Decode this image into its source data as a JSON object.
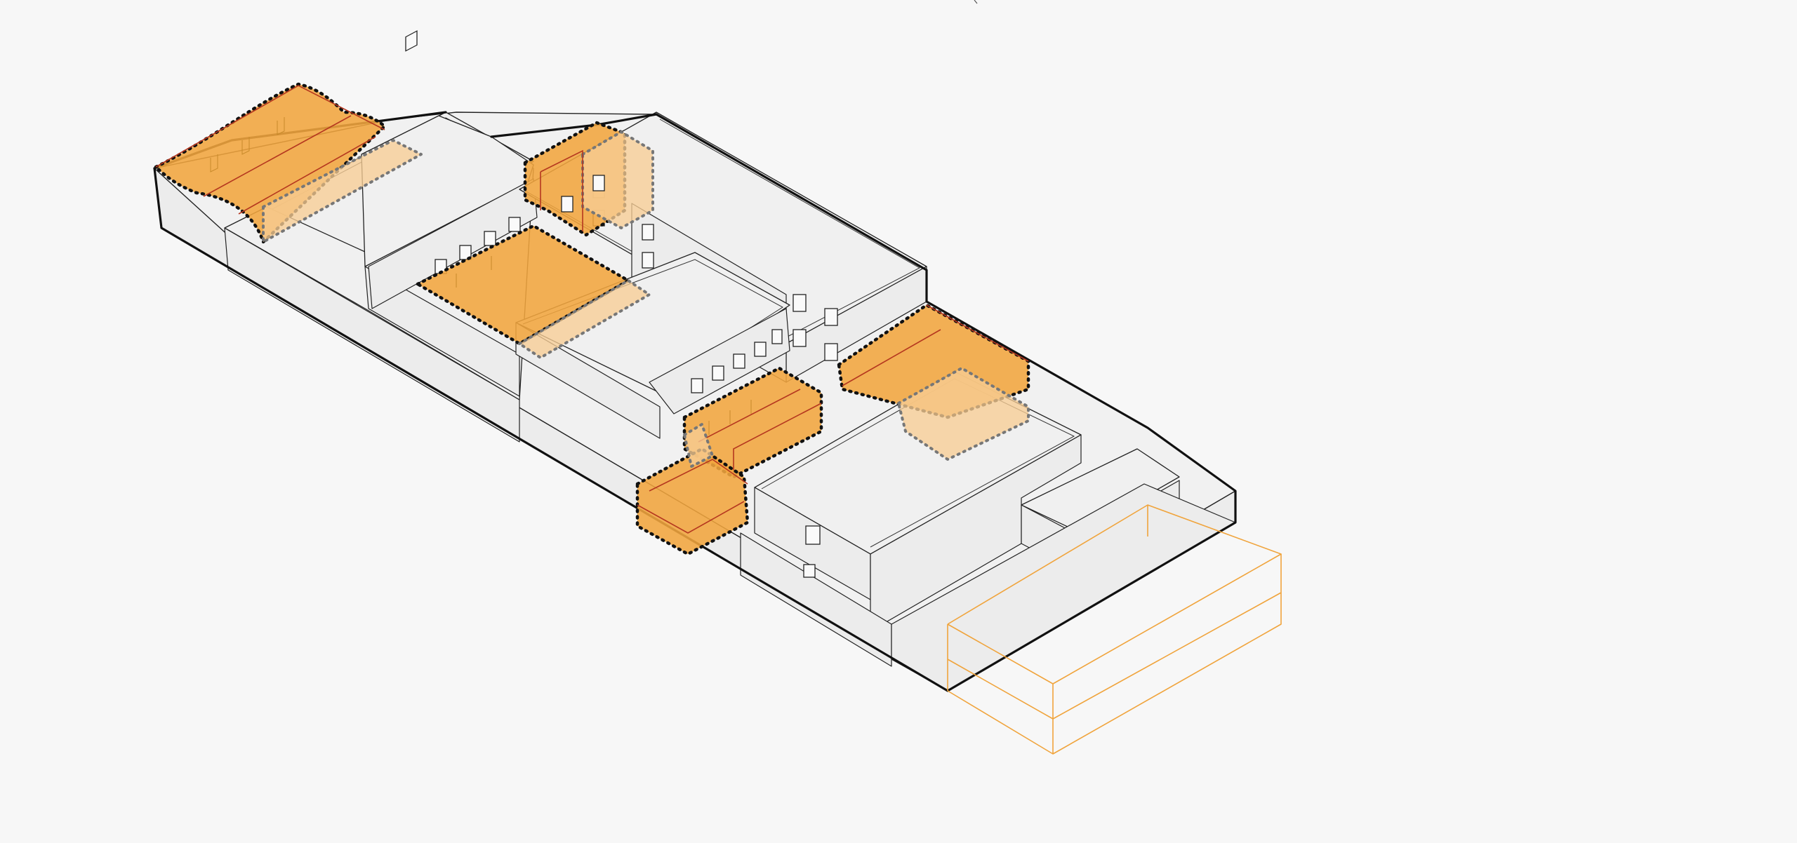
{
  "diagram": {
    "type": "isometric-axonometric-building",
    "colors": {
      "background": "#f7f7f7",
      "building_fill": "#f1f1f1",
      "building_stroke": "#222222",
      "highlight_fill": "#f1a53e",
      "highlight_light_fill": "#f7cd95",
      "highlight_edge": "#b5371f",
      "ghost_volume": "#f0a43c"
    },
    "highlighted_zones": [
      "zone-west-roof",
      "zone-north-court",
      "zone-central-court",
      "zone-east-roof",
      "zone-south-block-upper",
      "zone-south-block-lower"
    ],
    "ghost_volume": "proposed-extension-outline"
  }
}
